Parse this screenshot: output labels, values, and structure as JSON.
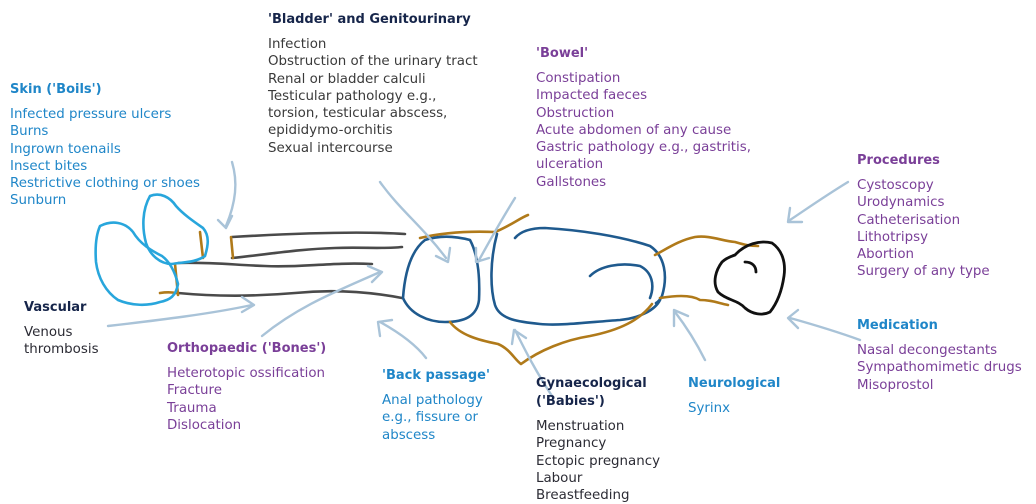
{
  "colors": {
    "heading_navy": "#16254a",
    "skin_blue": "#1f86c8",
    "purple": "#7a3f98",
    "arrow": "#a9c3d8",
    "body_outline_brown": "#b07a1a",
    "body_outline_blue": "#1f5a8e",
    "leg_dark": "#4a4a4a",
    "feet_cyan": "#28a6dc",
    "head_black": "#111111"
  },
  "groups": {
    "bladder": {
      "title": "'Bladder' and Genitourinary",
      "items": [
        "Infection",
        "Obstruction of the urinary tract",
        "Renal or bladder calculi",
        "Testicular pathology e.g.,",
        "torsion, testicular abscess,",
        "epididymo-orchitis",
        "Sexual intercourse"
      ]
    },
    "bowel": {
      "title": "'Bowel'",
      "items": [
        "Constipation",
        "Impacted faeces",
        "Obstruction",
        "Acute abdomen of any cause",
        "Gastric pathology e.g., gastritis,",
        "ulceration",
        "Gallstones"
      ]
    },
    "skin": {
      "title": "Skin ('Boils')",
      "items": [
        "Infected pressure ulcers",
        "Burns",
        "Ingrown toenails",
        "Insect bites",
        "Restrictive clothing or shoes",
        "Sunburn"
      ]
    },
    "procedures": {
      "title": "Procedures",
      "items": [
        "Cystoscopy",
        "Urodynamics",
        "Catheterisation",
        "Lithotripsy",
        "Abortion",
        "Surgery of any type"
      ]
    },
    "vascular": {
      "title": "Vascular",
      "items": [
        "Venous",
        "thrombosis"
      ]
    },
    "orthopaedic": {
      "title": "Orthopaedic ('Bones')",
      "items": [
        "Heterotopic ossification",
        "Fracture",
        "Trauma",
        "Dislocation"
      ]
    },
    "back_passage": {
      "title": "'Back passage'",
      "items": [
        "Anal pathology",
        "e.g., fissure or",
        "abscess"
      ]
    },
    "gynaecological": {
      "title_line1": "Gynaecological",
      "title_line2": "('Babies')",
      "items": [
        "Menstruation",
        "Pregnancy",
        "Ectopic pregnancy",
        "Labour",
        "Breastfeeding"
      ]
    },
    "neurological": {
      "title": "Neurological",
      "items": [
        "Syrinx"
      ]
    },
    "medication": {
      "title": "Medication",
      "items": [
        "Nasal decongestants",
        "Sympathomimetic drugs",
        "Misoprostol"
      ]
    }
  }
}
